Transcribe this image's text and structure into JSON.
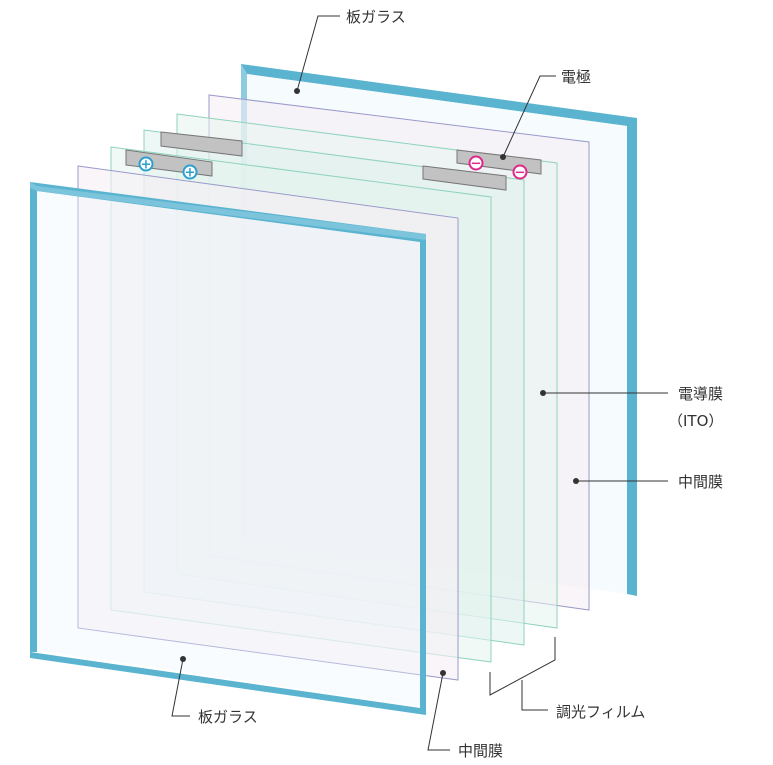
{
  "labels": {
    "glass_back": "板ガラス",
    "electrode": "電極",
    "conductive_film": "電導膜",
    "conductive_film_sub": "（ITO）",
    "interlayer_right": "中間膜",
    "light_control_film": "調光フィルム",
    "interlayer_bottom": "中間膜",
    "glass_front": "板ガラス"
  },
  "electrode_signs": {
    "positive": "+",
    "negative": "−"
  },
  "colors": {
    "glass_edge": "#5ab4d0",
    "glass_fill": "#f4fafd",
    "interlayer_stroke": "#9a9acb",
    "interlayer_fill": "#f6eef5",
    "ito_stroke": "#8fd3bd",
    "ito_fill": "#e6f4ef",
    "electrode_fill": "#c2c2c2",
    "positive": "#2a9fd0",
    "negative": "#e0288a",
    "leader": "#333333"
  }
}
